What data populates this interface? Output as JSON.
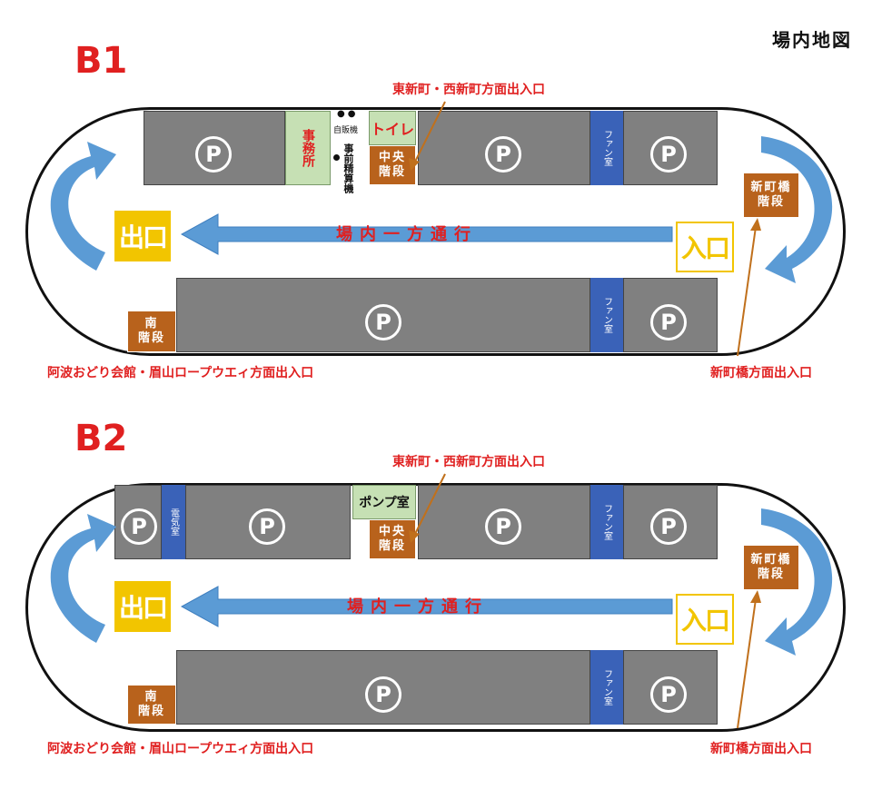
{
  "page_title": "場内地図",
  "colors": {
    "parking_block": "#808080",
    "fan_room": "#3a62b8",
    "stairs": "#b8621c",
    "facility": "#c6e0b4",
    "sign_yellow": "#f2c500",
    "arrow_blue": "#5b9bd5",
    "annotation_red": "#e02020",
    "annotation_line": "#c0701c"
  },
  "levels": [
    {
      "label": "B1",
      "parking_symbol": "P",
      "fan_room": "ファン室",
      "office": "事務所",
      "toilet": "トイレ",
      "vending": "自販機",
      "prepay_machine": "事前精算機",
      "center_stairs": [
        "中央",
        "階段"
      ],
      "shinmachibashi_stairs": [
        "新町橋",
        "階段"
      ],
      "south_stairs": [
        "南",
        "階段"
      ],
      "exit": "出口",
      "entrance": "入口",
      "one_way": "場内一方通行",
      "annotation_top": "東新町・西新町方面出入口",
      "annotation_bottom_left": "阿波おどり会館・眉山ロープウエィ方面出入口",
      "annotation_bottom_right": "新町橋方面出入口"
    },
    {
      "label": "B2",
      "parking_symbol": "P",
      "fan_room": "ファン室",
      "electric_room": "電気室",
      "pump_room": "ポンプ室",
      "center_stairs": [
        "中央",
        "階段"
      ],
      "shinmachibashi_stairs": [
        "新町橋",
        "階段"
      ],
      "south_stairs": [
        "南",
        "階段"
      ],
      "exit": "出口",
      "entrance": "入口",
      "one_way": "場内一方通行",
      "annotation_top": "東新町・西新町方面出入口",
      "annotation_bottom_left": "阿波おどり会館・眉山ロープウエィ方面出入口",
      "annotation_bottom_right": "新町橋方面出入口"
    }
  ]
}
